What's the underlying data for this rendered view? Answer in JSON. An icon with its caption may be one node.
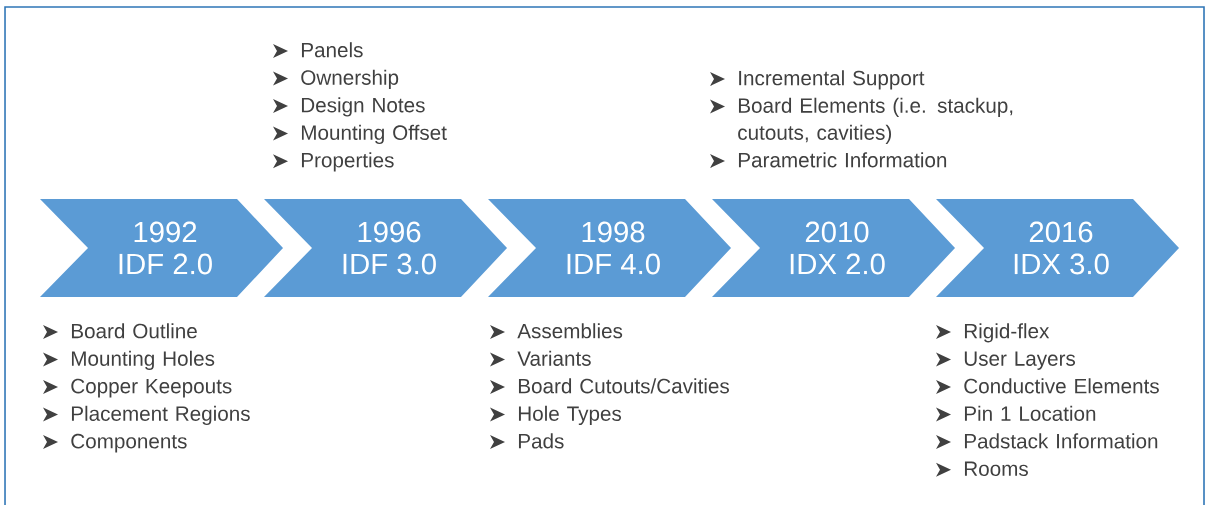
{
  "diagram": {
    "nodes": [
      {
        "text": [
          "1992",
          "IDF 2.0"
        ],
        "beside": [
          "Board Outline",
          "Mounting Holes",
          "Copper Keepouts",
          "Placement Regions",
          "Components"
        ]
      },
      {
        "text": [
          "1996",
          "IDF 3.0"
        ],
        "beside": [
          "Panels",
          "Ownership",
          "Design Notes",
          "Mounting Offset",
          "Properties"
        ]
      },
      {
        "text": [
          "1998",
          "IDF 4.0"
        ],
        "beside": [
          "Assemblies",
          "Variants",
          "Board Cutouts/Cavities",
          "Hole Types",
          "Pads"
        ]
      },
      {
        "text": [
          "2010",
          "IDX 2.0"
        ],
        "beside": [
          "Incremental Support",
          "Board Elements (i.e. stackup, cutouts, cavities)",
          "Parametric Information"
        ]
      },
      {
        "text": [
          "2016",
          "IDX 3.0"
        ],
        "beside": [
          "Rigid-flex",
          "User Layers",
          "Conductive Elements",
          "Pin 1 Location",
          "Padstack Information",
          "Rooms"
        ]
      }
    ]
  }
}
